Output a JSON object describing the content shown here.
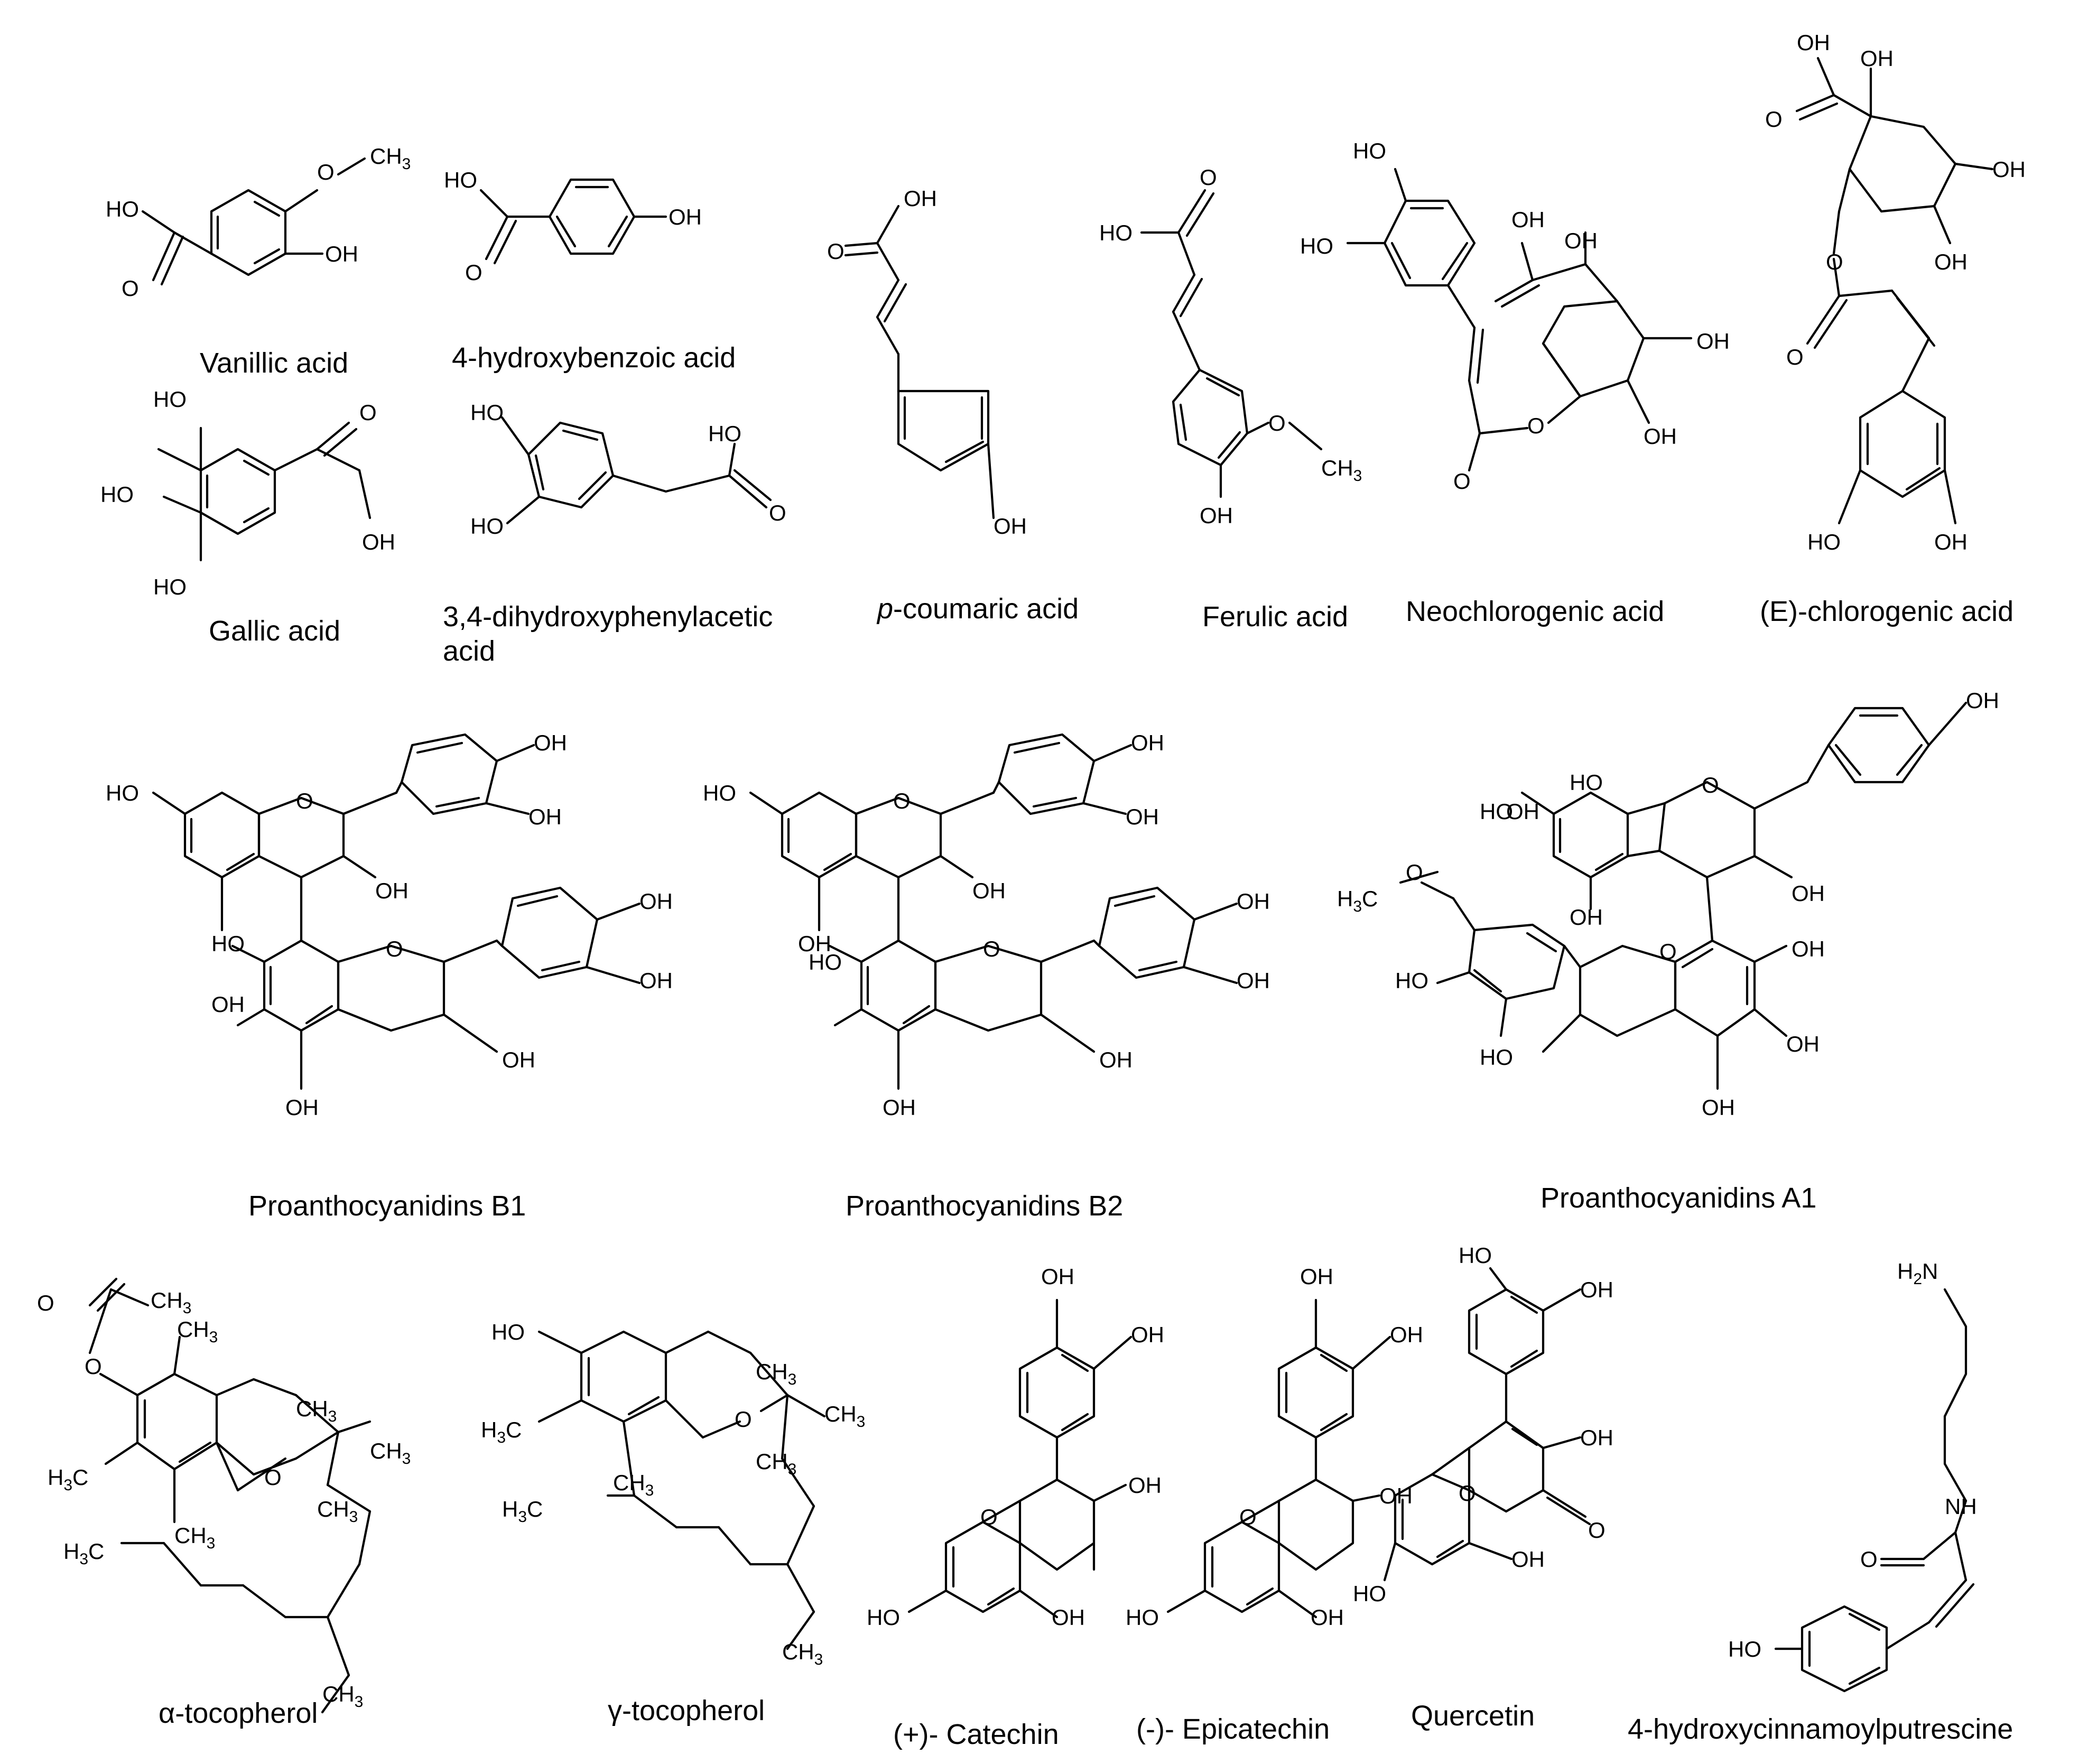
{
  "compounds": [
    {
      "key": "vanillic",
      "name": "Vanillic acid"
    },
    {
      "key": "hydroxybenzoic",
      "name": "4-hydroxybenzoic acid"
    },
    {
      "key": "gallic",
      "name": "Gallic acid"
    },
    {
      "key": "dopac",
      "name": "3,4-dihydroxyphenylacetic",
      "name2": "acid"
    },
    {
      "key": "coumaric",
      "name_italic": "p",
      "name": "-coumaric acid"
    },
    {
      "key": "ferulic",
      "name": "Ferulic acid"
    },
    {
      "key": "neochlorogenic",
      "name": "Neochlorogenic acid"
    },
    {
      "key": "chlorogenic",
      "name": "(E)-chlorogenic acid"
    },
    {
      "key": "pb1",
      "name": "Proanthocyanidins B1"
    },
    {
      "key": "pb2",
      "name": "Proanthocyanidins B2"
    },
    {
      "key": "pa1",
      "name": "Proanthocyanidins A1"
    },
    {
      "key": "atoc",
      "name": "α-tocopherol"
    },
    {
      "key": "gtoc",
      "name": "γ-tocopherol"
    },
    {
      "key": "catechin",
      "name": "(+)- Catechin"
    },
    {
      "key": "epicatechin",
      "name": "(-)- Epicatechin"
    },
    {
      "key": "quercetin",
      "name": "Quercetin"
    },
    {
      "key": "putrescine",
      "name": "4-hydroxycinnamoylputrescine"
    }
  ],
  "atoms": {
    "oh": "OH",
    "ho": "HO",
    "o": "O",
    "ch3": "CH",
    "ch3_sub": "3",
    "h3c": "H",
    "h3c_sub": "3",
    "h3c_c": "C",
    "nh": "NH",
    "h2n": "H",
    "h2n_sub": "2",
    "h2n_n": "N"
  }
}
